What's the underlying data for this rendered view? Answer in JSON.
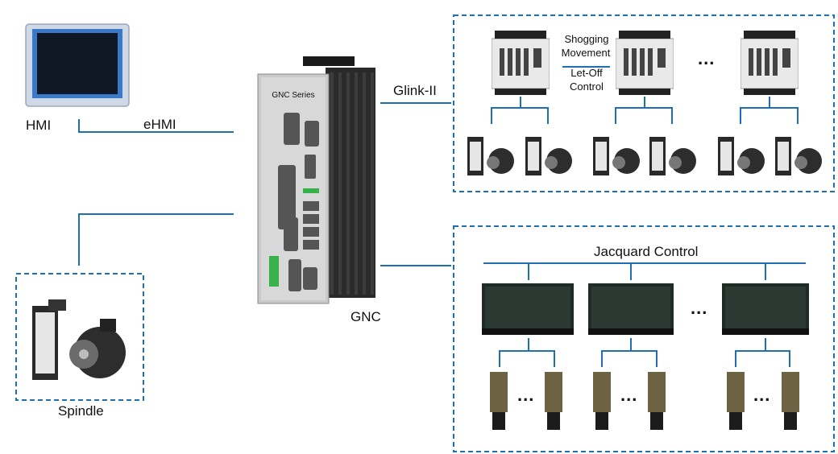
{
  "labels": {
    "hmi": "HMI",
    "ehmi": "eHMI",
    "glink": "Glink-II",
    "gnc": "GNC",
    "spindle": "Spindle",
    "jacquard": "Jacquard Control",
    "shogging": "Shogging",
    "movement": "Movement",
    "letoff": "Let-Off",
    "control": "Control",
    "gnc_brand": "GNC Series",
    "ellipsis": "..."
  },
  "colors": {
    "line": "#1f6fb5",
    "dashed_box": "#1f6fb5",
    "controller_body": "#2a2a2a",
    "panel": "#c9c9c9",
    "hmi_bezel": "#cfd8e6",
    "hmi_screen": "#101826"
  }
}
